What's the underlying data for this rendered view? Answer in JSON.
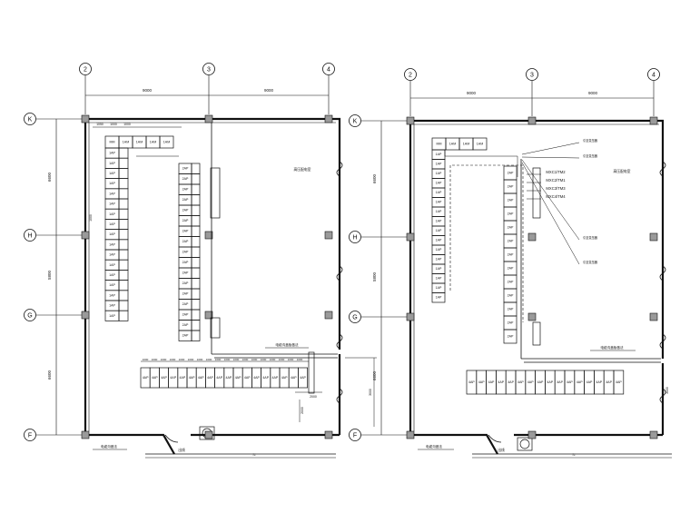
{
  "left_plan": {
    "grid_cols": [
      "2",
      "3",
      "4"
    ],
    "grid_rows": [
      "K",
      "H",
      "G",
      "F"
    ],
    "dim_top": [
      "9000",
      "9000"
    ],
    "dim_left": [
      "6600",
      "5800",
      "6600"
    ],
    "dim_sub": [
      "1050",
      "1000",
      "1000"
    ],
    "dim_side_a": "1000",
    "dim_mid": "2000",
    "cabinet_row1": [
      "MM",
      "1AM",
      "1AM",
      "1AM",
      "1AM"
    ],
    "cabinet_col1": [
      "1AP",
      "1AP",
      "1AP",
      "1AP",
      "1AP",
      "1AP",
      "1AP",
      "1AP",
      "1AP",
      "1AP",
      "1AP",
      "1AP",
      "1AP",
      "1AP",
      "1AP",
      "1AP",
      "1AP"
    ],
    "cabinet_col2": [
      "2AP",
      "2AP",
      "2AP",
      "2AP",
      "2AP",
      "2AP",
      "2AP",
      "2AP",
      "2AP",
      "2AP",
      "2AP",
      "2AP",
      "2AP",
      "2AP",
      "2AP",
      "2AP",
      "2AP"
    ],
    "cabinet_bottom": [
      "4AP",
      "4AP",
      "4AP",
      "4AP",
      "4AP",
      "4AP",
      "4AP",
      "4AP",
      "4AP",
      "4AP",
      "4AP",
      "4AP",
      "4AP",
      "4AP",
      "4AP",
      "4AP",
      "4AP",
      "4AP"
    ],
    "room_label": "高压配电室",
    "trench_label": "电缆沟盖板做法",
    "outer_label": "电缆沟做法",
    "door_label": "出线",
    "dim_right": "3000",
    "dim_side_b": "2000"
  },
  "right_plan": {
    "grid_cols": [
      "2",
      "3",
      "4"
    ],
    "grid_rows": [
      "K",
      "H",
      "G",
      "F"
    ],
    "dim_top": [
      "9000",
      "9000"
    ],
    "dim_left": [
      "6600",
      "5800",
      "6600"
    ],
    "cabinet_row1": [
      "MM",
      "1AM",
      "1AM",
      "1AM"
    ],
    "cabinet_col1": [
      "1AP",
      "1AP",
      "1AP",
      "1AP",
      "1AP",
      "1AP",
      "1AP",
      "1AP",
      "1AP",
      "1AP",
      "1AP",
      "1AP",
      "1AP",
      "1AP",
      "1AP",
      "1AP"
    ],
    "cabinet_col2": [
      "2AP",
      "2AP",
      "2AP",
      "2AP",
      "2AP",
      "2AP",
      "2AP",
      "2AP",
      "2AP",
      "2AP",
      "2AP",
      "2AP",
      "2AP"
    ],
    "cabinet_bottom": [
      "4AP",
      "4AP",
      "4AP",
      "4AP",
      "4AP",
      "4AP",
      "4AP",
      "4AP",
      "4AP",
      "4AP",
      "4AP",
      "4AP",
      "4AP",
      "4AP",
      "4AP",
      "4AP"
    ],
    "callouts": [
      "MXC1/TM2",
      "MXC2/TM1",
      "MXC3/TM3",
      "MXC4/TM4"
    ],
    "notes": [
      "引至变压器",
      "引至变压器",
      "引至变压器",
      "引至变压器"
    ],
    "room_label": "高压配电室",
    "trench_label": "电缆沟盖板做法",
    "outer_label": "电缆沟做法",
    "door_label": "出线",
    "dim_side_b": "3000"
  }
}
